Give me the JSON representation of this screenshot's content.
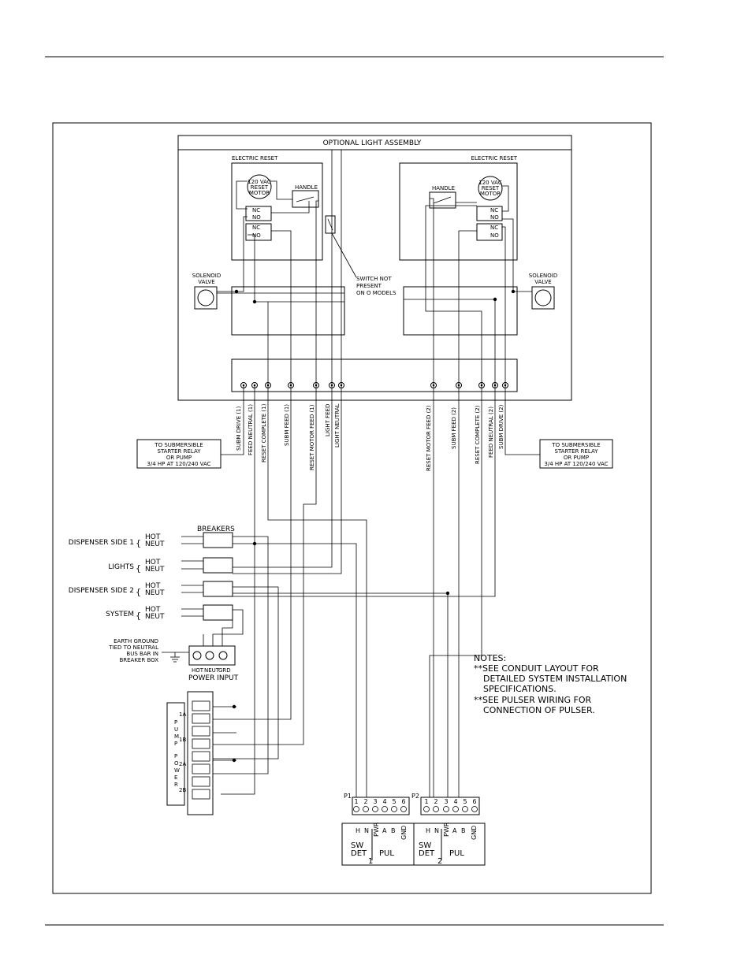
{
  "assembly": {
    "title": "OPTIONAL LIGHT ASSEMBLY",
    "left_reset": "ELECTRIC RESET",
    "right_reset": "ELECTRIC RESET",
    "motor_line1": "120 VAC",
    "motor_line2": "RESET",
    "motor_line3": "MOTOR",
    "handle": "HANDLE",
    "nc": "NC",
    "no": "NO",
    "solenoid_line1": "SOLENOID",
    "solenoid_line2": "VALVE",
    "switch_note": [
      "SWITCH NOT",
      "PRESENT",
      "ON O MODELS"
    ]
  },
  "wire_labels_left": [
    "SUBM DRIVE (1)",
    "FEED NEUTRAL (1)",
    "RESET COMPLETE (1)",
    "SUBM FEED (1)",
    "RESET MOTOR FEED (1)",
    "LIGHT FEED",
    "LIGHT NEUTRAL"
  ],
  "wire_labels_right": [
    "RESET MOTOR FEED (2)",
    "SUBM FEED (2)",
    "RESET COMPLETE (2)",
    "FEED NEUTRAL (2)",
    "SUBM DRIVE (2)"
  ],
  "starter_box": [
    "TO SUBMERSIBLE",
    "STARTER RELAY",
    "OR PUMP",
    "3/4 HP AT 120/240 VAC"
  ],
  "breakers": {
    "title": "BREAKERS",
    "sources": [
      {
        "name": "DISPENSER SIDE 1",
        "hot": "HOT",
        "neut": "NEUT"
      },
      {
        "name": "LIGHTS",
        "hot": "HOT",
        "neut": "NEUT"
      },
      {
        "name": "DISPENSER SIDE 2",
        "hot": "HOT",
        "neut": "NEUT"
      },
      {
        "name": "SYSTEM",
        "hot": "HOT",
        "neut": "NEUT"
      }
    ]
  },
  "earth_ground": [
    "EARTH GROUND",
    "TIED TO NEUTRAL",
    "BUS BAR IN",
    "BREAKER BOX"
  ],
  "power_input": {
    "title": "POWER INPUT",
    "terms": [
      "HOT",
      "NEUT",
      "GRD"
    ]
  },
  "pump_block": {
    "letters_pump": [
      "P",
      "U",
      "M",
      "P"
    ],
    "letters_power": [
      "P",
      "O",
      "W",
      "E",
      "R"
    ],
    "labels": [
      "1A",
      "1B",
      "2A",
      "2B"
    ]
  },
  "notes": {
    "title": "NOTES:",
    "lines": [
      "**SEE CONDUIT LAYOUT FOR",
      "DETAILED SYSTEM INSTALLATION",
      "SPECIFICATIONS.",
      "**SEE PULSER WIRING FOR",
      "CONNECTION OF PULSER."
    ]
  },
  "pulser": {
    "p1": "P1",
    "p2": "P2",
    "pins": [
      "1",
      "2",
      "3",
      "4",
      "5",
      "6"
    ],
    "cols": [
      "H",
      "N",
      "PWR",
      "A",
      "B",
      "GND"
    ],
    "sw": "SW",
    "det": "DET",
    "pul": "PUL",
    "num1": "1",
    "num2": "2"
  }
}
